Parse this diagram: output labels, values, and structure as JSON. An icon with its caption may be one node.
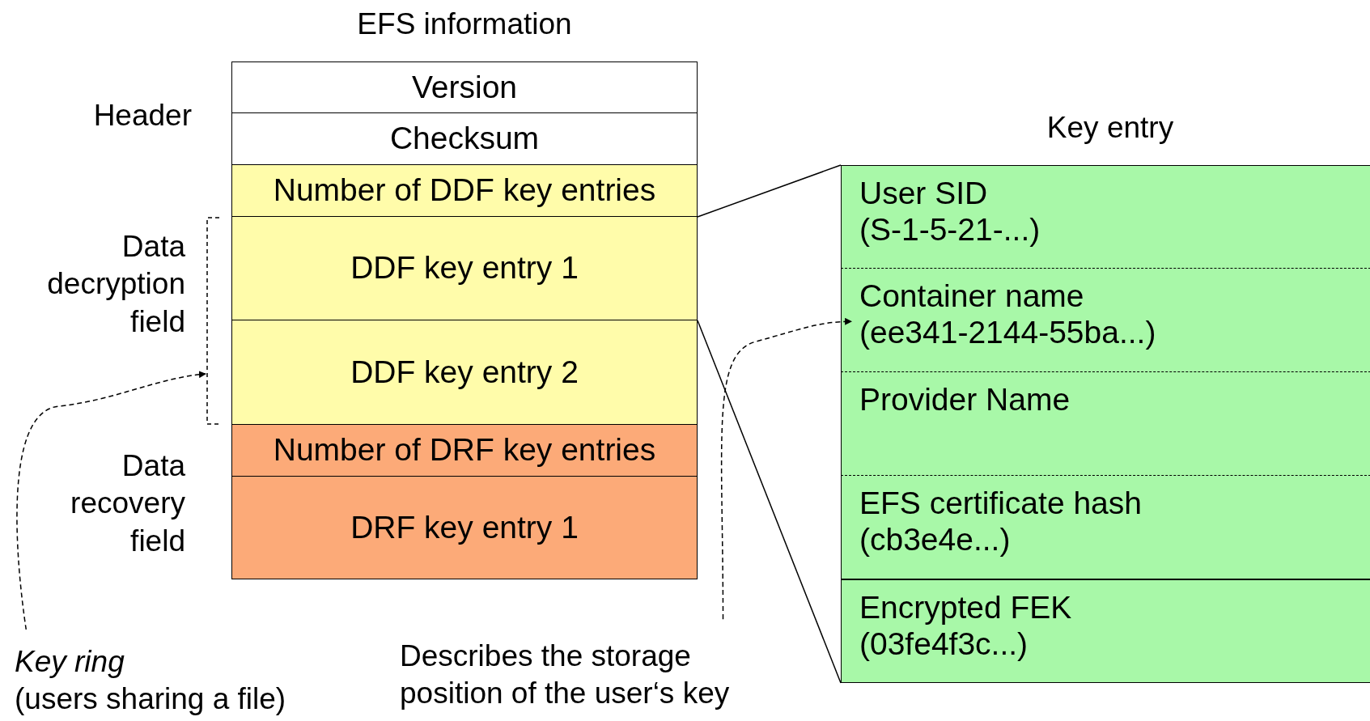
{
  "diagram": {
    "nodes": [
      {
        "text": [
          "EFS information"
        ]
      },
      {
        "text": [
          "Version"
        ],
        "in": 0
      },
      {
        "text": [
          "Checksum"
        ],
        "in": 0
      },
      {
        "text": [
          "Number of DDF key entries"
        ],
        "in": 0
      },
      {
        "text": [
          "DDF key entry 1"
        ],
        "in": 0
      },
      {
        "text": [
          "DDF key entry 2"
        ],
        "in": 0
      },
      {
        "text": [
          "Number of DRF key entries"
        ],
        "in": 0
      },
      {
        "text": [
          "DRF key entry 1"
        ],
        "in": 0
      },
      {
        "text": [
          "Key entry"
        ]
      },
      {
        "text": [
          "User SID",
          "(S-1-5-21-...)"
        ],
        "in": 8
      },
      {
        "text": [
          "Container name",
          "(ee341-2144-55ba...)"
        ],
        "in": 8
      },
      {
        "text": [
          "Provider Name"
        ],
        "in": 8
      },
      {
        "text": [
          "EFS certificate hash",
          "(cb3e4e...)"
        ],
        "in": 8
      },
      {
        "text": [
          "Encrypted FEK",
          "(03fe4f3c...)"
        ],
        "in": 8
      },
      {
        "text": [],
        "shape": "bracket"
      },
      {
        "text": [
          "Key ring",
          "(users sharing a file)"
        ]
      },
      {
        "text": [
          "Describes the storage position of the user‘s key"
        ]
      }
    ],
    "edges": [
      {
        "from": 4,
        "to": 9,
        "arrow": "none"
      },
      {
        "from": 4,
        "to": 13,
        "arrow": "none"
      },
      {
        "from": 15,
        "to": 14,
        "arrow": "to",
        "style": "dashed"
      },
      {
        "from": 16,
        "to": 10,
        "arrow": "to",
        "style": "dashed"
      }
    ],
    "labels": [
      "Header",
      "Data decryption field",
      "Data recovery field"
    ]
  }
}
